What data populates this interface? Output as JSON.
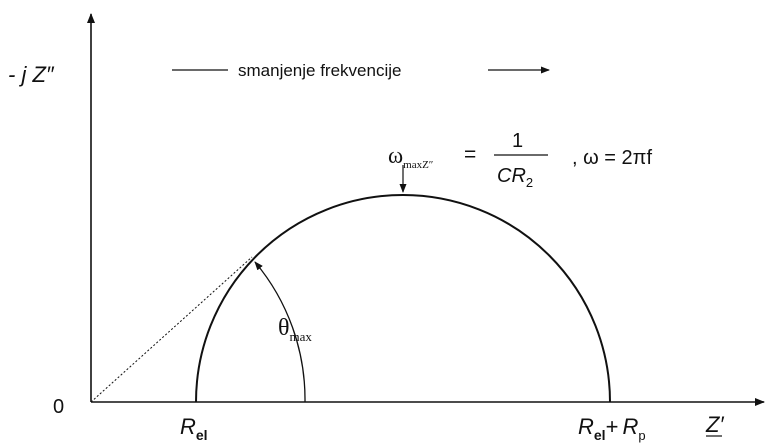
{
  "axes": {
    "y_label": "- j Z″",
    "x_label": "Z′",
    "origin_label": "0"
  },
  "direction_label": "smanjenje frekvencije",
  "formula": {
    "omega": "ω",
    "omega_sub": "maxZ″",
    "equals": "=",
    "numerator": "1",
    "denominator_c": "CR",
    "denominator_sub": "2",
    "tail": ",  ω = 2πf"
  },
  "angle_label": {
    "theta": "θ",
    "sub": "max"
  },
  "x_marks": {
    "r_el": "R",
    "r_el_sub": "el",
    "r_sum_1": "R",
    "r_sum_1_sub": "el",
    "r_sum_plus": "+",
    "r_sum_2": "R",
    "r_sum_2_sub": "p"
  },
  "colors": {
    "ink": "#111111",
    "background": "#ffffff"
  }
}
